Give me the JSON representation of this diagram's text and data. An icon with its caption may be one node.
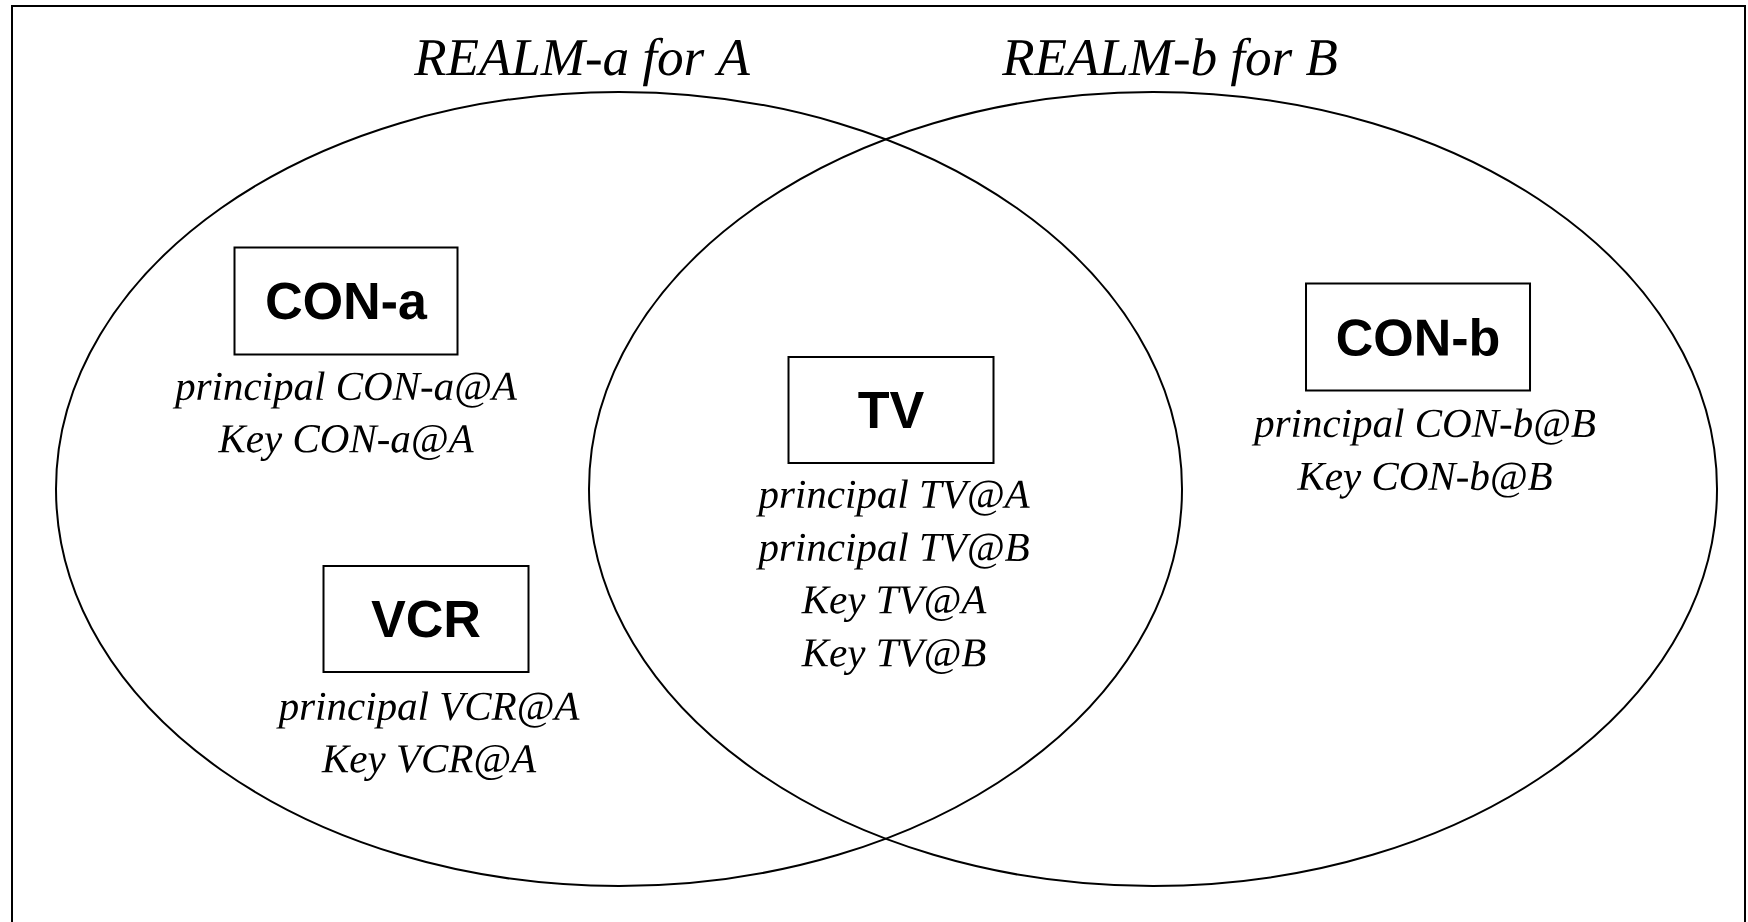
{
  "diagram": {
    "nodes": [
      {
        "text": [
          "REALM-a for A"
        ]
      },
      {
        "text": [
          "REALM-b for B"
        ]
      },
      {
        "text": [
          "CON-a"
        ],
        "in": 0,
        "beside": [
          "principal CON-a@A",
          "Key CON-a@A"
        ]
      },
      {
        "text": [
          "VCR"
        ],
        "in": 0,
        "beside": [
          "principal VCR@A",
          "Key VCR@A"
        ]
      },
      {
        "text": [
          "TV"
        ],
        "beside": [
          "principal TV@A",
          "principal TV@B",
          "Key TV@A",
          "Key TV@B"
        ]
      },
      {
        "text": [
          "CON-b"
        ],
        "in": 1,
        "beside": [
          "principal CON-b@B",
          "Key CON-b@B"
        ]
      }
    ]
  }
}
